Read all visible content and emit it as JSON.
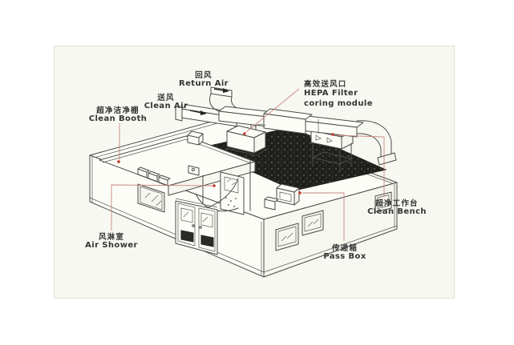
{
  "image": {
    "background": "#ffffff",
    "drawing_background": "#f7f8f1",
    "line_color": "#4a4a48",
    "leader_line_color": "#c9837c",
    "marker_dot_color": "#c0392b"
  },
  "diagram": {
    "type": "isometric-cutaway-line-drawing",
    "subject": "cleanroom air-handling layout",
    "labels": {
      "clean_booth": {
        "zh": "超净洁净棚",
        "en": "Clean Booth"
      },
      "clean_air": {
        "zh": "送风",
        "en": "Clean Air"
      },
      "return_air": {
        "zh": "回风",
        "en": "Return Air"
      },
      "hepa": {
        "zh": "高效送风口",
        "en_line1": "HEPA Filter",
        "en_line2": "coring module"
      },
      "air_shower": {
        "zh": "风淋室",
        "en": "Air Shower"
      },
      "pass_box": {
        "zh": "传递箱",
        "en": "Pass Box"
      },
      "clean_bench": {
        "zh": "超净工作台",
        "en": "Clean Bench"
      }
    }
  }
}
